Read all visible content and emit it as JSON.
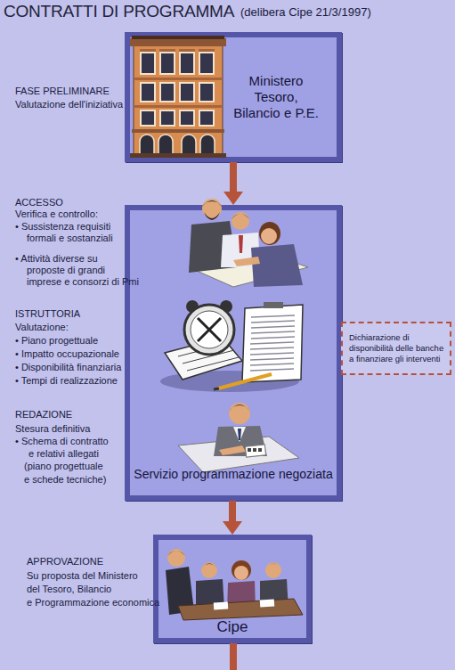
{
  "diagram": {
    "title": "CONTRATTI DI PROGRAMMA",
    "nodes": [
      {
        "text": [
          "Ministero Tesoro, Bilancio e P.E."
        ]
      },
      {
        "text": [
          "Servizio programmazione negoziata"
        ]
      },
      {
        "text": [
          "Cipe"
        ]
      },
      {
        "text": [
          "Dichiarazione di disponibilità delle banche a finanziare gli interventi"
        ]
      }
    ],
    "edges": [
      {
        "from": 0,
        "to": 1,
        "arrow": "to"
      },
      {
        "from": 1,
        "to": 2,
        "arrow": "to"
      }
    ],
    "labels": [
      "(delibera Cipe 21/3/1997)",
      "FASE PRELIMINARE",
      "Valutazione dell'iniziativa",
      "ACCESSO",
      "Verifica e controllo:",
      "• Sussistenza requisiti",
      "formali e sostanziali",
      "• Attività diverse su",
      "proposte di grandi",
      "imprese e consorzi di Pmi",
      "ISTRUTTORIA",
      "Valutazione:",
      "• Piano progettuale",
      "• Impatto occupazionale",
      "• Disponibilità finanziaria",
      "• Tempi di realizzazione",
      "REDAZIONE",
      "Stesura definitiva",
      "• Schema di contratto",
      "e relativi allegati",
      "(piano progettuale",
      "e schede tecniche)",
      "APPROVAZIONE",
      "Su proposta del Ministero",
      "del Tesoro, Bilancio",
      "e Programmazione economica"
    ]
  }
}
